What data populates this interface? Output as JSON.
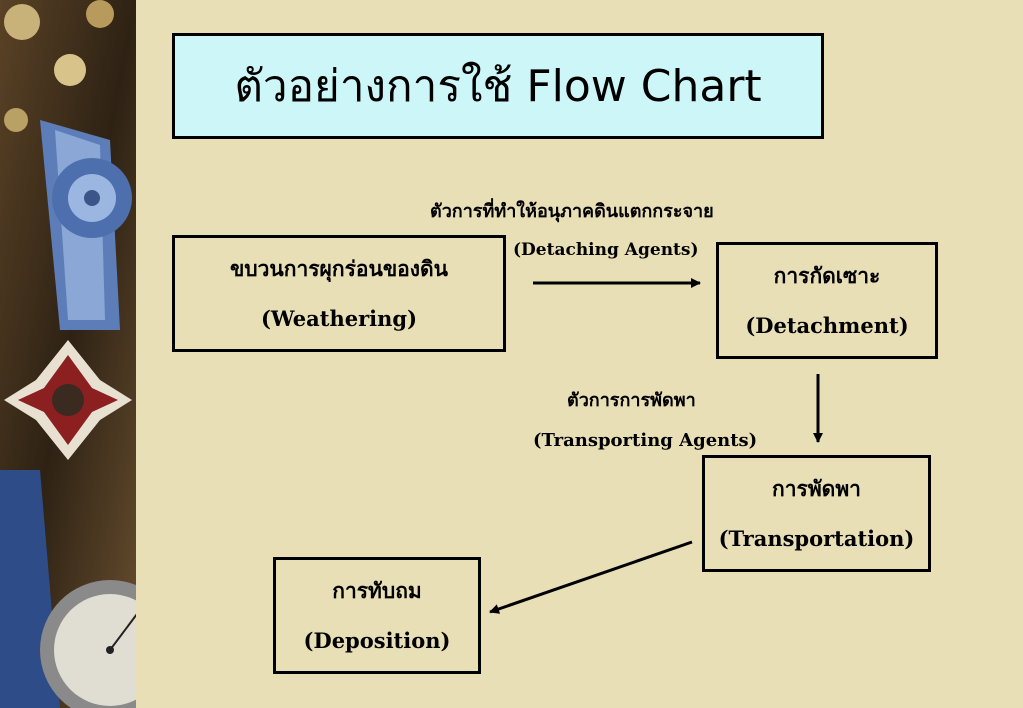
{
  "title": "ตัวอย่างการใช้ Flow Chart",
  "nodes": {
    "weathering": {
      "thai": "ขบวนการผุกร่อนของดิน",
      "english": "(Weathering)"
    },
    "detachment": {
      "thai": "การกัดเซาะ",
      "english": "(Detachment)"
    },
    "transportation": {
      "thai": "การพัดพา",
      "english": "(Transportation)"
    },
    "deposition": {
      "thai": "การทับถม",
      "english": "(Deposition)"
    }
  },
  "edges": {
    "detaching": {
      "thai": "ตัวการที่ทำให้อนุภาคดินแตกกระจาย",
      "english": "(Detaching Agents)"
    },
    "transporting": {
      "thai": "ตัวการการพัดพา",
      "english": "(Transporting Agents)"
    }
  },
  "colors": {
    "background": "#e8dfb6",
    "title_fill": "#ccf6f8",
    "line": "#000000"
  }
}
